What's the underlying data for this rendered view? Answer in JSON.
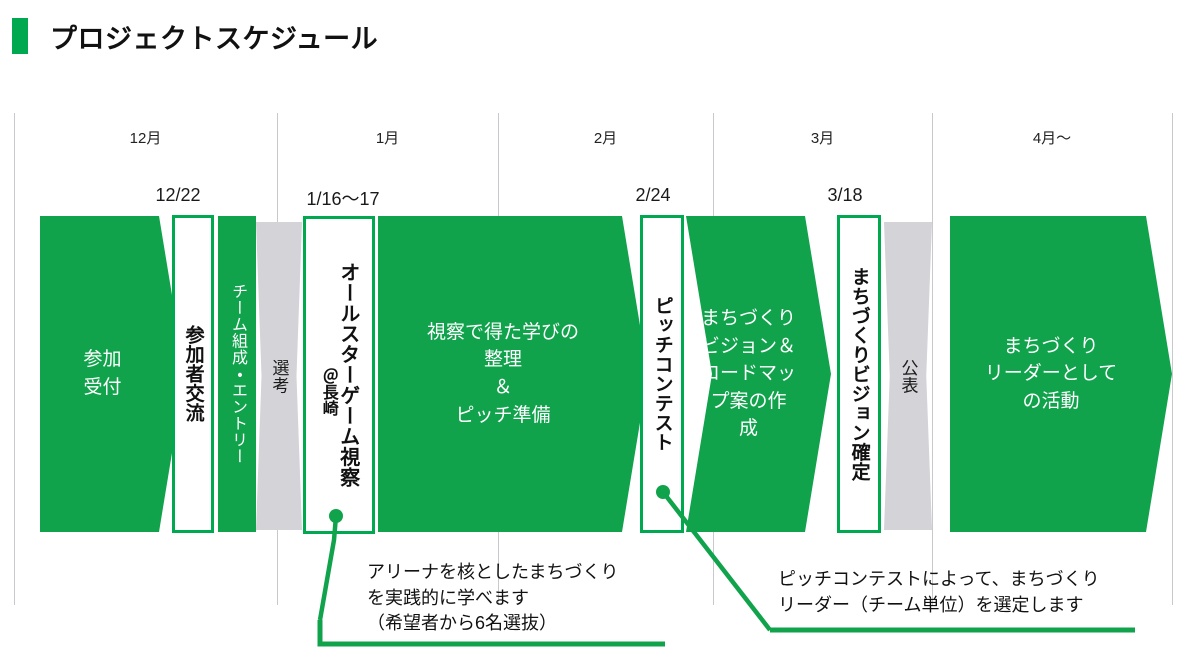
{
  "header": {
    "title": "プロジェクトスケジュール",
    "accent_color": "#00A850"
  },
  "palette": {
    "green": "#10A34C",
    "gray": "#D3D3D8",
    "separator": "#c9c9cd",
    "text_dark": "#111111",
    "text_light": "#ffffff"
  },
  "timeline": {
    "months": [
      {
        "label": "12月"
      },
      {
        "label": "1月"
      },
      {
        "label": "2月"
      },
      {
        "label": "3月"
      },
      {
        "label": "4月〜"
      }
    ],
    "dates": [
      {
        "label": "12/22"
      },
      {
        "label": "1/16〜17"
      },
      {
        "label": "2/24"
      },
      {
        "label": "3/18"
      }
    ],
    "blocks": [
      {
        "id": "sanka-uketsuke",
        "label": "参加\n受付",
        "style": "green",
        "orientation": "horizontal"
      },
      {
        "id": "sankasha-koryu",
        "label": "参加者交流",
        "style": "white-outline",
        "orientation": "vertical"
      },
      {
        "id": "team-entry",
        "label": "チーム組成・エントリー",
        "style": "green",
        "orientation": "vertical"
      },
      {
        "id": "senko",
        "label": "選考",
        "style": "gray",
        "orientation": "vertical"
      },
      {
        "id": "allstar",
        "label": "オールスターゲーム視察",
        "sub_label": "＠長崎",
        "style": "white-outline",
        "orientation": "vertical"
      },
      {
        "id": "shisatsu-seiri",
        "label": "視察で得た学びの\n整理\n＆\nピッチ準備",
        "style": "green",
        "orientation": "horizontal"
      },
      {
        "id": "pitch-contest",
        "label": "ピッチコンテスト",
        "style": "white-outline",
        "orientation": "vertical"
      },
      {
        "id": "vision-roadmap",
        "label": "まちづくり\nビジョン＆\nロードマッ\nプ案の作\n成",
        "style": "green",
        "orientation": "horizontal"
      },
      {
        "id": "vision-kakutei",
        "label": "まちづくりビジョン確定",
        "style": "white-outline",
        "orientation": "vertical"
      },
      {
        "id": "kohyo",
        "label": "公表",
        "style": "gray",
        "orientation": "vertical"
      },
      {
        "id": "leader-katsudo",
        "label": "まちづくり\nリーダーとして\nの活動",
        "style": "green",
        "orientation": "horizontal"
      }
    ]
  },
  "callouts": [
    {
      "id": "callout-allstar",
      "text": "アリーナを核としたまちづくり\nを実践的に学べます\n（希望者から6名選抜）"
    },
    {
      "id": "callout-pitch",
      "text": "ピッチコンテストによって、まちづくり\nリーダー（チーム単位）を選定します"
    }
  ]
}
